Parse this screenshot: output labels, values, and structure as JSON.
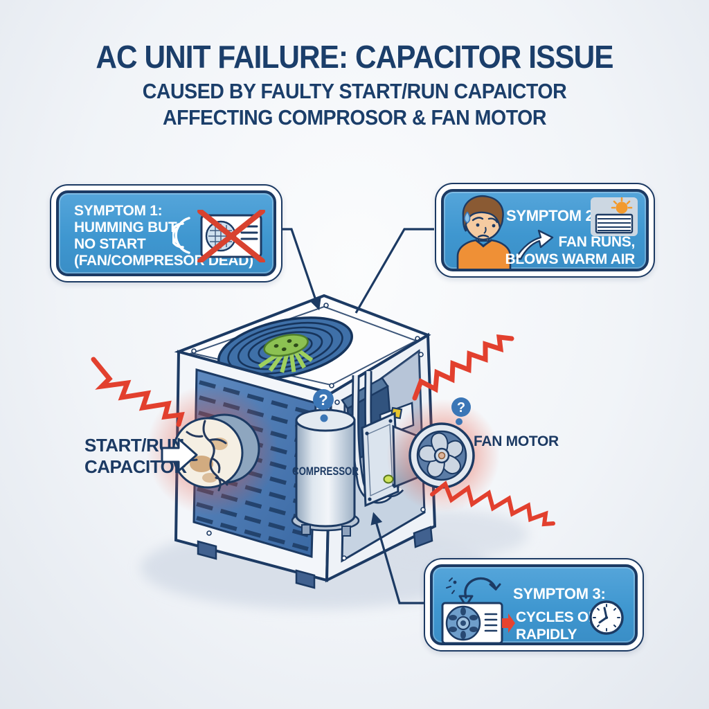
{
  "title": {
    "line1": "AC UNIT FAILURE: CAPACITOR ISSUE",
    "line2": "CAUSED BY FAULTY START/RUN CAPAICTOR",
    "line3": "AFFECTING COMPROSOR & FAN MOTOR"
  },
  "callouts": {
    "symptom1": {
      "heading": "SYMPTOM 1:",
      "line2": "HUMMING BUT",
      "line3": "NO START",
      "line4": "(FAN/COMPRESOR DEAD)",
      "icons": [
        "sound-waves-icon",
        "crossed-out-ac-unit-icon"
      ]
    },
    "symptom2": {
      "heading": "SYMPTOM 2.",
      "line2": "FAN RUNS,",
      "line3": "BLOWS WARM AIR",
      "icons": [
        "sweating-person-icon",
        "curved-up-arrow-icon",
        "warm-air-sun-vent-icon"
      ]
    },
    "symptom3": {
      "heading": "SYMPTOM 3:",
      "line2": "CYCLES ON &",
      "line3": "RAPIDLY",
      "icons": [
        "cycle-arrows-icon",
        "ac-unit-cycling-icon",
        "clock-icon"
      ]
    }
  },
  "diagram": {
    "capacitor_label_line1": "START/RUN",
    "capacitor_label_line2": "CAPACITOR",
    "compressor_label": "COMPRESSOR",
    "fan_motor_label": "FAN MOTOR",
    "question_mark": "?"
  },
  "colors": {
    "navy": "#1c3a63",
    "callout_blue": "#4498d0",
    "alert_red": "#e2402e",
    "accent_orange": "#ef9036",
    "grille_green": "#8cc152",
    "background": "#eef1f5"
  }
}
